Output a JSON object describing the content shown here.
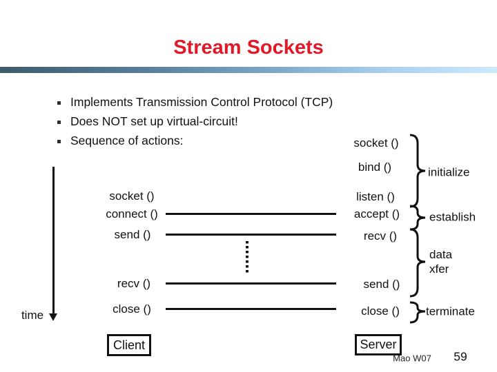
{
  "slide": {
    "title": "Stream Sockets",
    "bullets": [
      "Implements Transmission Control Protocol (TCP)",
      "Does NOT set up virtual-circuit!",
      "Sequence of actions:"
    ],
    "footer": {
      "author": "Mao W07",
      "page_number": "59"
    }
  },
  "diagram": {
    "time_axis_label": "time",
    "client": {
      "box_label": "Client",
      "calls": [
        "socket ()",
        "connect ()",
        "send ()",
        "recv ()",
        "close ()"
      ]
    },
    "server": {
      "box_label": "Server",
      "calls": [
        "socket ()",
        "bind ()",
        "listen ()",
        "accept ()",
        "recv ()",
        "send ()",
        "close ()"
      ]
    },
    "phases": [
      "initialize",
      "establish",
      "data xfer",
      "terminate"
    ]
  },
  "colors": {
    "title_red": "#e01828",
    "text": "#111111",
    "bar_left": "#3e5b6a",
    "bar_right": "#cfe9fb"
  }
}
